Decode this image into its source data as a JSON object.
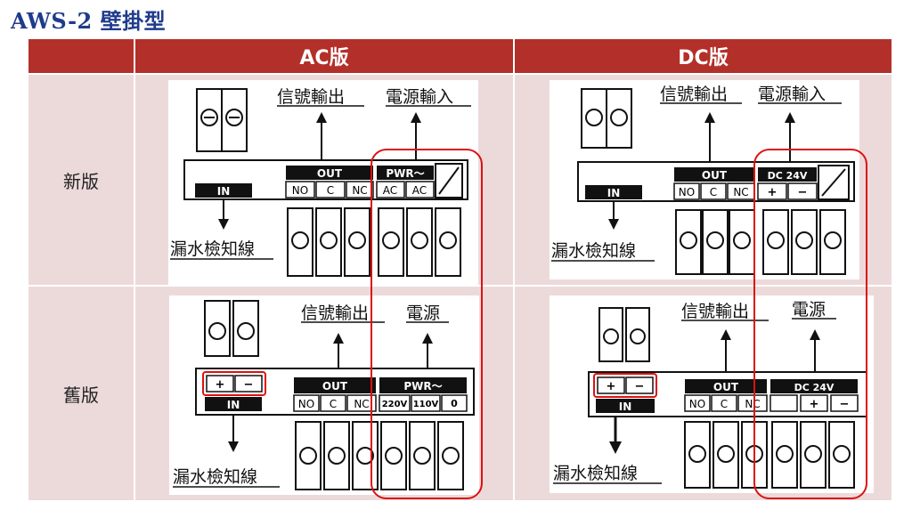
{
  "title": "AWS-2 壁掛型",
  "columns": {
    "blank": "",
    "ac": "AC版",
    "dc": "DC版"
  },
  "rows": {
    "new": "新版",
    "old": "舊版"
  },
  "labels": {
    "signal_out": "信號輸出",
    "power_in": "電源輸入",
    "power": "電源",
    "leak_wire": "漏水檢知線",
    "in": "IN",
    "out_new": "OUT",
    "out_old": "OUT",
    "pwr_new": "PWR〜",
    "pwr_old": "PWR〜",
    "dc24v": "DC 24V",
    "no": "NO",
    "c": "C",
    "nc": "NC",
    "ac": "AC",
    "plus": "+",
    "minus": "−",
    "v220": "220V",
    "v110": "110V",
    "zero": "0"
  }
}
